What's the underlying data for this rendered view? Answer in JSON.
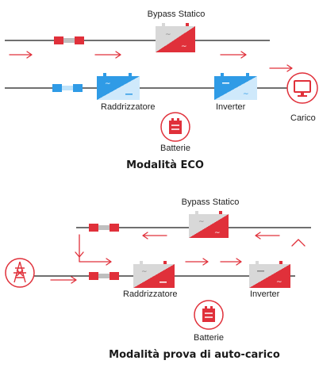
{
  "colors": {
    "accent_red": "#e0303a",
    "accent_blue": "#2f9be6",
    "module_gray": "#d8d8d8",
    "line": "#1a1a1a"
  },
  "eco": {
    "bypass_label": "Bypass Statico",
    "rectifier_label": "Raddrizzatore",
    "inverter_label": "Inverter",
    "load_label": "Carico",
    "battery_label": "Batterie",
    "mode_title": "Modalità ECO"
  },
  "selftest": {
    "bypass_label": "Bypass Statico",
    "rectifier_label": "Raddrizzatore",
    "inverter_label": "Inverter",
    "battery_label": "Batterie",
    "mode_title": "Modalità prova di auto-carico"
  },
  "icons": [
    "fuse-icon",
    "static-bypass-module-icon",
    "rectifier-module-icon",
    "inverter-module-icon",
    "battery-icon",
    "monitor-load-icon",
    "power-tower-icon",
    "flow-arrow-icon"
  ]
}
